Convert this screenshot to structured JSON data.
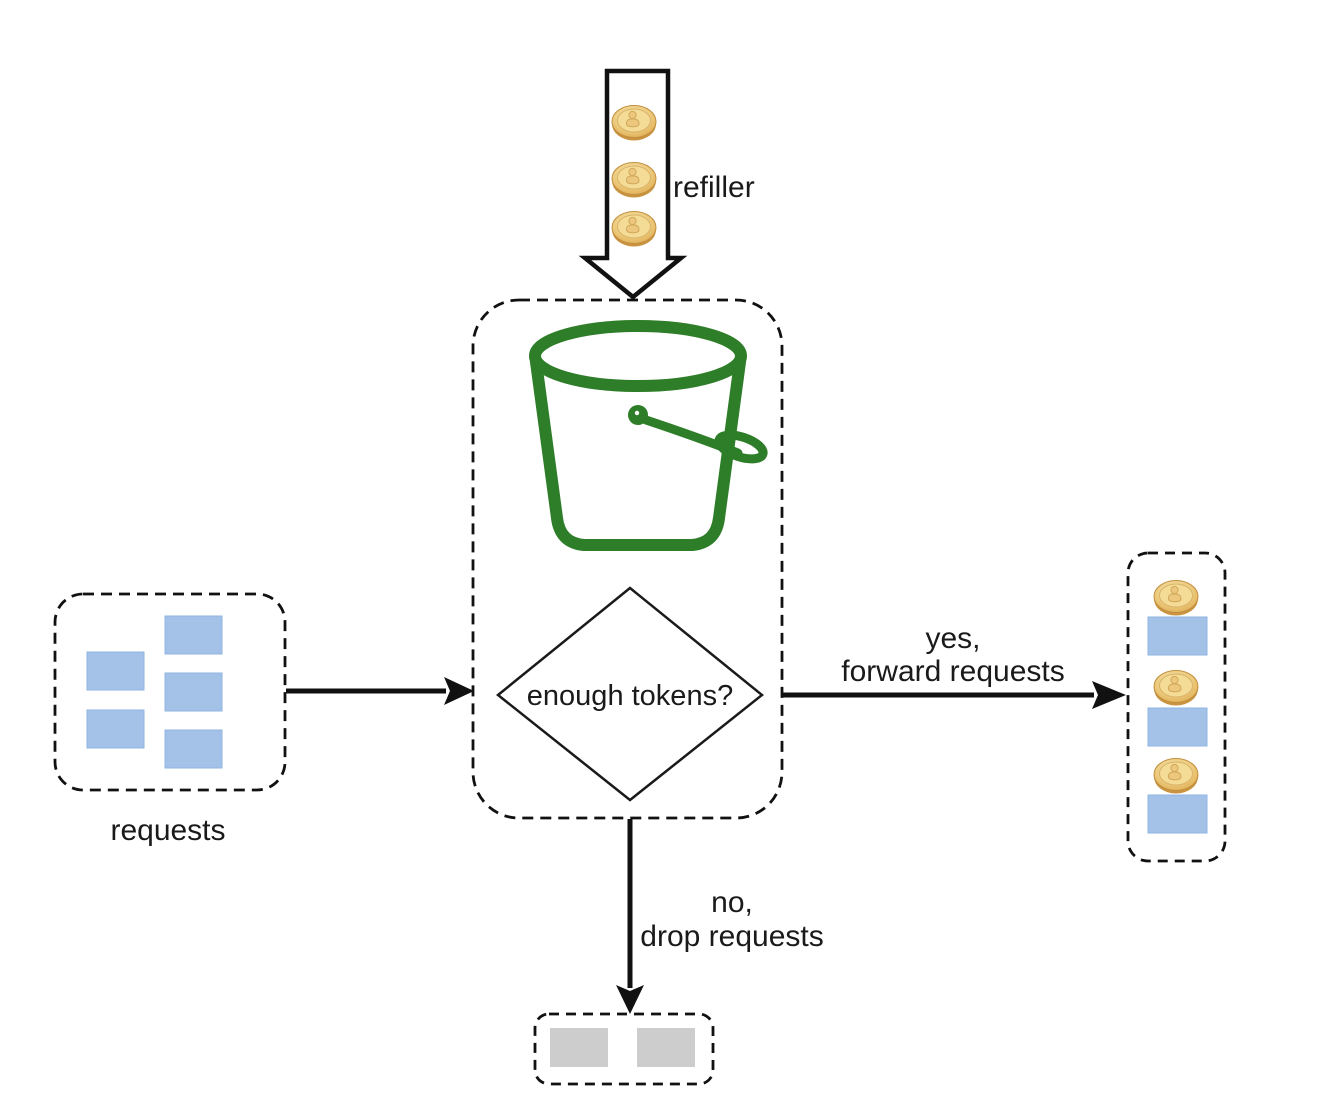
{
  "labels": {
    "refiller": "refiller",
    "decision": "enough tokens?",
    "requests": "requests",
    "yes_line1": "yes,",
    "yes_line2": "forward requests",
    "no_line1": "no,",
    "no_line2": "drop requests"
  },
  "colors": {
    "request_fill": "#a4c2e8",
    "request_stroke": "#8fb4e2",
    "dropped_fill": "#cdcdcd",
    "bucket_stroke": "#2e7d28",
    "coin_face": "#f4dc96",
    "coin_rim": "#d9a750",
    "arrow_stroke": "#111111"
  },
  "counts": {
    "refiller_tokens": 3,
    "incoming_requests": 5,
    "forwarded_pairs": 3,
    "dropped_requests": 2
  }
}
